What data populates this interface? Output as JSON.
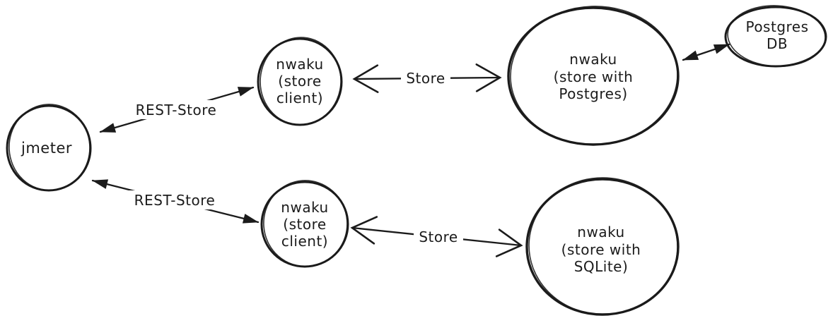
{
  "canvas": {
    "background_color": "#ffffff",
    "ink_color": "#1b1b1b",
    "style": "hand-drawn sketch diagram"
  },
  "nodes": {
    "jmeter": {
      "lines": [
        "jmeter"
      ]
    },
    "store_client_top": {
      "lines": [
        "nwaku",
        "(store",
        "client)"
      ]
    },
    "store_postgres": {
      "lines": [
        "nwaku",
        "(store with",
        "Postgres)"
      ]
    },
    "postgres_db": {
      "lines": [
        "Postgres",
        "DB"
      ]
    },
    "store_client_bottom": {
      "lines": [
        "nwaku",
        "(store",
        "client)"
      ]
    },
    "store_sqlite": {
      "lines": [
        "nwaku",
        "(store with",
        "SQLite)"
      ]
    }
  },
  "edges": {
    "rest_store_top": {
      "label": "REST-Store",
      "from": "jmeter",
      "to": "store_client_top",
      "arrowheads": "filled-both-ends"
    },
    "rest_store_bottom": {
      "label": "REST-Store",
      "from": "jmeter",
      "to": "store_client_bottom",
      "arrowheads": "filled-both-ends"
    },
    "store_top": {
      "label": "Store",
      "from": "store_client_top",
      "to": "store_postgres",
      "arrowheads": "open-both-ends"
    },
    "store_bottom": {
      "label": "Store",
      "from": "store_client_bottom",
      "to": "store_sqlite",
      "arrowheads": "open-both-ends"
    },
    "postgres_db_link": {
      "label": "",
      "from": "store_postgres",
      "to": "postgres_db",
      "arrowheads": "filled-both-ends"
    }
  }
}
